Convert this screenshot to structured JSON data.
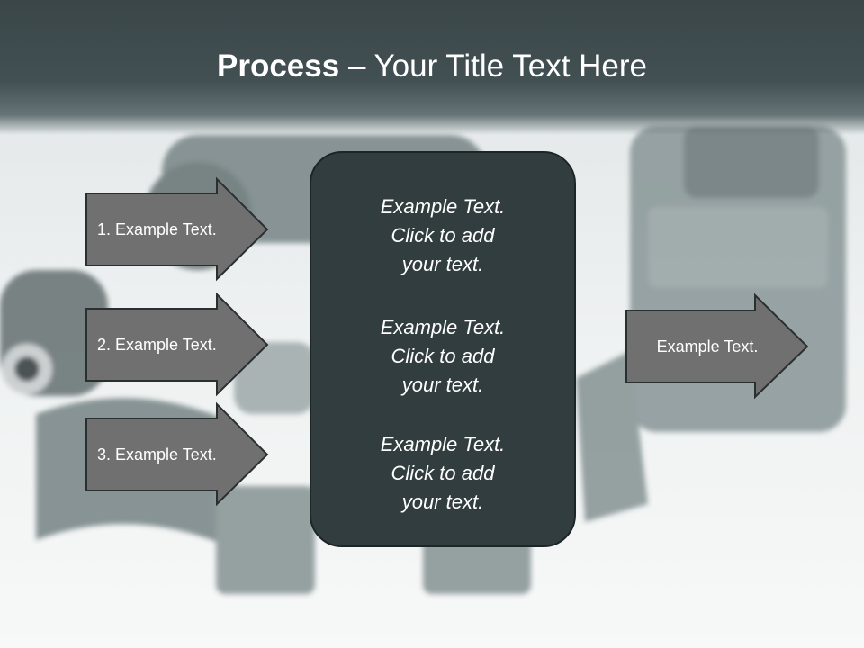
{
  "slide": {
    "title_bold": "Process",
    "title_rest": " – Your Title Text Here"
  },
  "left_arrows": [
    {
      "label": "1. Example Text."
    },
    {
      "label": "2. Example Text."
    },
    {
      "label": "3. Example Text."
    }
  ],
  "center_box": {
    "blocks": [
      {
        "lines": [
          "Example Text.",
          "Click  to add",
          "your text."
        ]
      },
      {
        "lines": [
          "Example Text.",
          "Click  to add",
          "your text."
        ]
      },
      {
        "lines": [
          "Example Text.",
          "Click  to add",
          "your text."
        ]
      }
    ]
  },
  "right_arrow": {
    "label": "Example Text."
  },
  "colors": {
    "title_bar": "#3a4648",
    "arrow_fill": "#707070",
    "arrow_stroke": "#2a2f30",
    "center_box": "#323d3f"
  }
}
